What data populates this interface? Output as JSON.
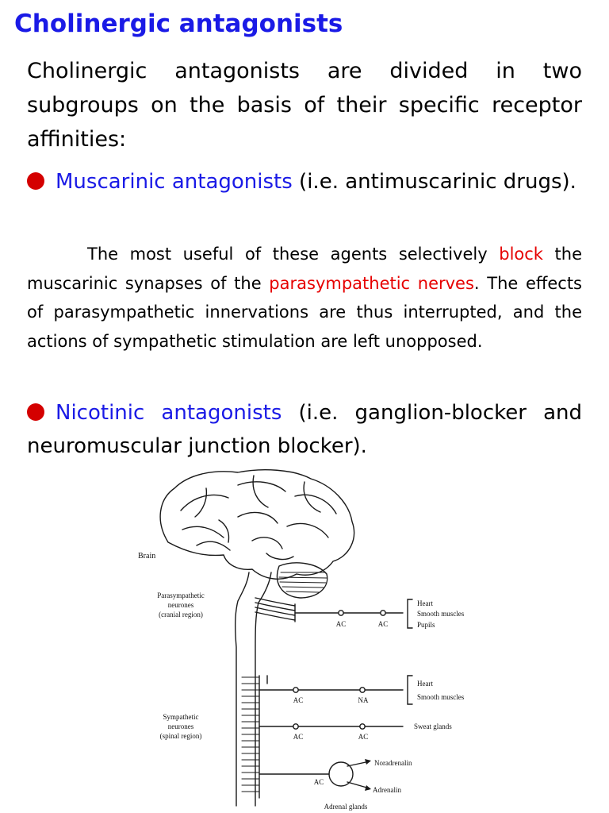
{
  "title": "Cholinergic antagonists",
  "intro": "Cholinergic antagonists are divided in two subgroups on the basis of their specific receptor affinities:",
  "muscarinic": {
    "name": "Muscarinic antagonists",
    "suffix": " (i.e. antimuscarinic drugs).",
    "detail": {
      "part1": "The most useful of these agents selectively ",
      "block": "block",
      "part2": " the muscarinic synapses of the ",
      "para_nerves": "parasympathetic nerves",
      "part3": ". The effects of parasympathetic innervations are thus interrupted, and the actions of sympathetic stimulation are left unopposed."
    }
  },
  "nicotinic": {
    "name": "Nicotinic antagonists",
    "suffix": " (i.e. ganglion-blocker and neuromuscular junction blocker)."
  },
  "colors": {
    "title": "#1a1ae6",
    "bullet": "#d40000",
    "highlight_red": "#e60000"
  },
  "diagram": {
    "brain_label": "Brain",
    "para_label": [
      "Parasympathetic",
      "neurones",
      "(cranial region)"
    ],
    "symp_label": [
      "Sympathetic",
      "neurones",
      "(spinal region)"
    ],
    "para_targets": [
      "Heart",
      "Smooth muscles",
      "Pupils"
    ],
    "para_transmitters": [
      "AC",
      "AC"
    ],
    "symp_targets": [
      "Heart",
      "Smooth muscles"
    ],
    "symp_transmitters_1": [
      "AC",
      "NA"
    ],
    "sweat_label": "Sweat glands",
    "sweat_transmitters": [
      "AC",
      "AC"
    ],
    "adrenal_in": "AC",
    "adrenal_out": [
      "Noradrenalin",
      "Adrenalin"
    ],
    "adrenal_label": "Adrenal glands"
  }
}
